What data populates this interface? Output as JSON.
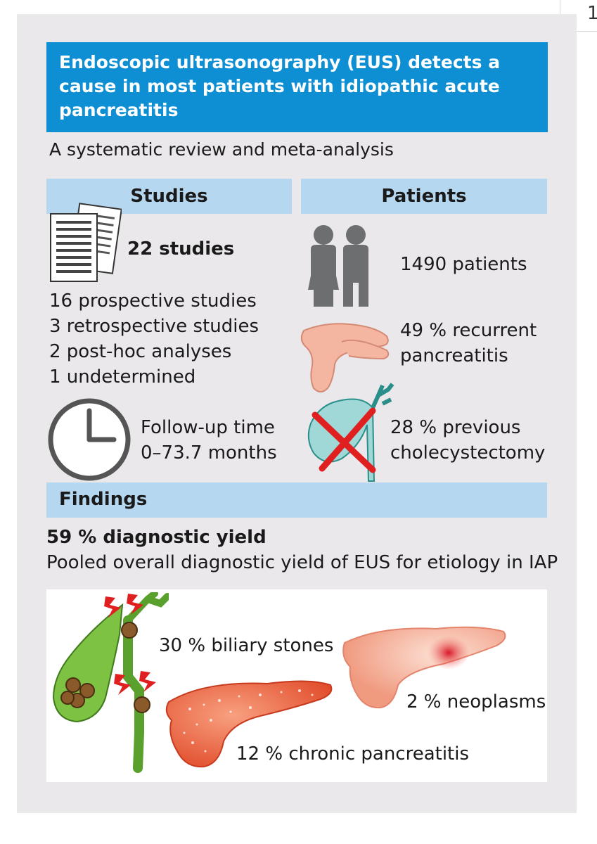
{
  "page_number": "1",
  "title": "Endoscopic ultrasonography (EUS) detects a cause in most patients with idiopathic acute pancreatitis",
  "subtitle": "A systematic review and meta-analysis",
  "studies": {
    "header": "Studies",
    "total": "22 studies",
    "breakdown": [
      "16 prospective studies",
      "3 retrospective studies",
      "2 post-hoc analyses",
      "1 undetermined"
    ],
    "followup_line1": "Follow-up time",
    "followup_line2": "0–73.7 months"
  },
  "patients": {
    "header": "Patients",
    "total": "1490 patients",
    "recurrent_line1": "49 % recurrent",
    "recurrent_line2": "pancreatitis",
    "chole_line1": "28 % previous",
    "chole_line2": "cholecystectomy"
  },
  "findings": {
    "header": "Findings",
    "yield": "59 % diagnostic yield",
    "description": "Pooled overall diagnostic yield of EUS for etiology in IAP",
    "biliary": "30 % biliary stones",
    "neoplasms": "2 % neoplasms",
    "chronic": "12 % chronic pancreatitis"
  },
  "colors": {
    "title_bg": "#0e8fd4",
    "header_bg": "#b6d7f0",
    "panel_bg": "#ebe8ec",
    "gallbladder": "#7dc242",
    "stone": "#8b5a2b",
    "pancreas": "#f4b6a0",
    "cross": "#e02020"
  },
  "icons": [
    "documents-icon",
    "people-icon",
    "pancreas-icon",
    "gallbladder-crossed-icon",
    "clock-icon",
    "gallbladder-stones-icon",
    "lightning-icon",
    "chronic-pancreas-icon",
    "neoplasm-pancreas-icon"
  ]
}
